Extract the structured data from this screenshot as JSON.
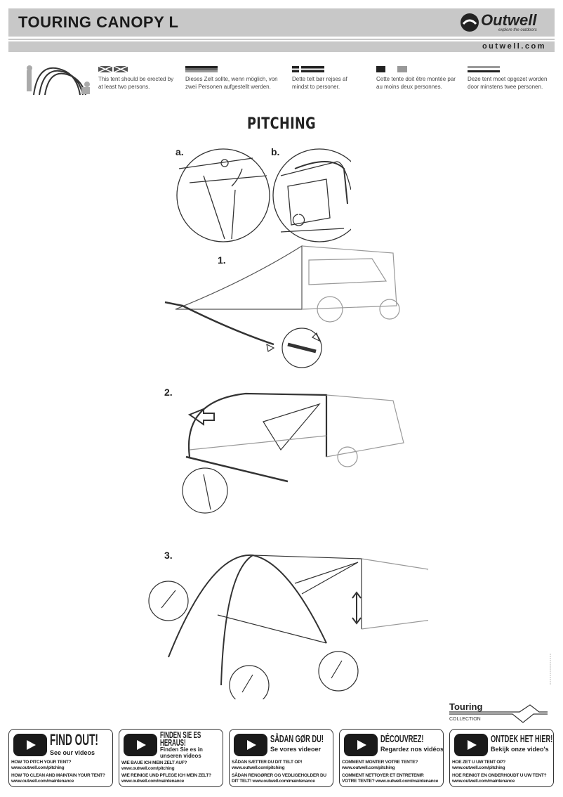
{
  "header": {
    "title": "TOURING CANOPY L",
    "brand": "Outwell",
    "tagline": "explore the outdoors",
    "website": "outwell.com"
  },
  "languages": [
    {
      "flag": "uk-flag",
      "text": "This tent should be erected by at least two persons."
    },
    {
      "flag": "german-flag",
      "text": "Dieses Zelt sollte, wenn möglich, von zwei Personen aufgestellt werden."
    },
    {
      "flag": "danish-flag",
      "text": "Dette telt bør rejses af mindst to personer."
    },
    {
      "flag": "french-flag",
      "text": "Cette tente doit être montée par au moins deux personnes."
    },
    {
      "flag": "dutch-flag",
      "text": "Deze tent moet opgezet worden door minstens twee personen."
    }
  ],
  "section_title": "PITCHING",
  "steps": {
    "a": "a.",
    "b": "b.",
    "s1": "1.",
    "s2": "2.",
    "s3": "3."
  },
  "collection": {
    "name": "Touring",
    "label": "COLLECTION"
  },
  "videos": [
    {
      "heading": "FIND OUT!",
      "sub": "See our videos",
      "q1": "HOW TO PITCH YOUR TENT?",
      "u1": "www.outwell.com/pitching",
      "q2": "HOW TO CLEAN AND MAINTAIN YOUR TENT?",
      "u2": "www.outwell.com/maintenance"
    },
    {
      "heading": "FINDEN SIE ES HERAUS!",
      "sub": "Finden Sie es in unseren videos",
      "q1": "WIE BAUE ICH MEIN ZELT AUF?",
      "u1": "www.outwell.com/pitching",
      "q2": "WIE REINIGE UND PFLEGE ICH MEIN ZELT?",
      "u2": "www.outwell.com/maintenance"
    },
    {
      "heading": "SÅDAN GØR DU!",
      "sub": "Se vores videoer",
      "q1": "SÅDAN SÆTTER DU DIT TELT OP!",
      "u1": "www.outwell.com/pitching",
      "q2": "SÅDAN RENGØRER OG VEDLIGEHOLDER DU",
      "u2": "DIT TELT! www.outwell.com/maintenance"
    },
    {
      "heading": "DÉCOUVREZ!",
      "sub": "Regardez nos vidéos",
      "q1": "COMMENT MONTER VOTRE TENTE?",
      "u1": "www.outwell.com/pitching",
      "q2": "COMMENT NETTOYER ET ENTRETENIR",
      "u2": "VOTRE TENTE? www.outwell.com/maintenance"
    },
    {
      "heading": "ONTDEK HET HIER!",
      "sub": "Bekijk onze video's",
      "q1": "HOE ZET U UW TENT OP?",
      "u1": "www.outwell.com/pitching",
      "q2": "HOE REINIGT EN ONDERHOUDT U UW TENT?",
      "u2": "www.outwell.com/maintenance"
    }
  ]
}
